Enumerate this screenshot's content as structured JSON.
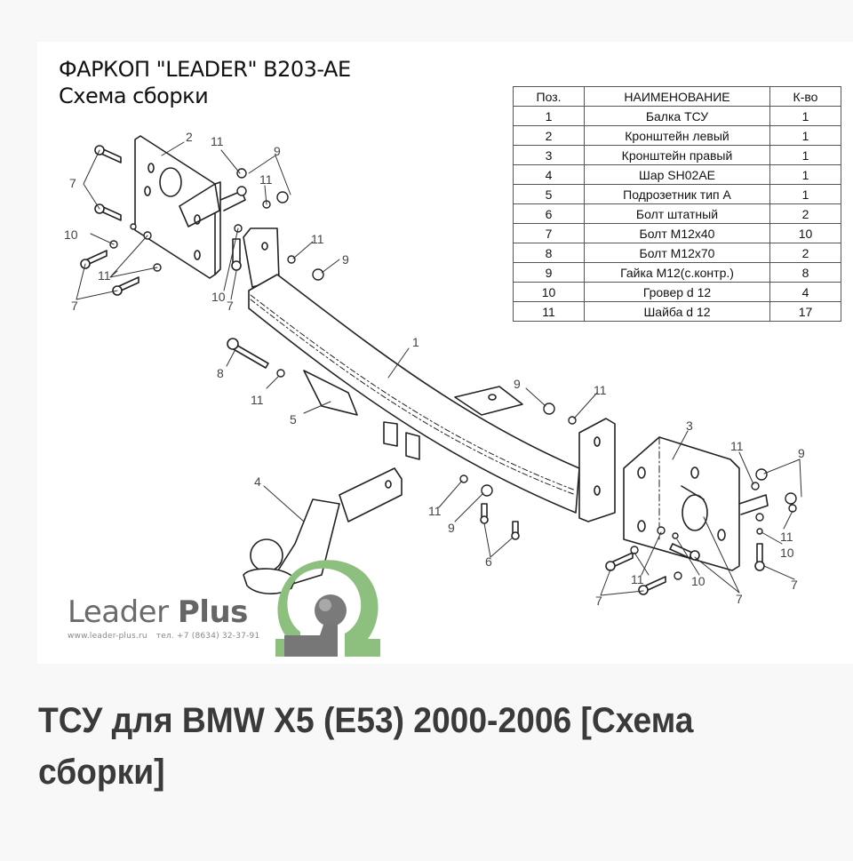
{
  "diagram": {
    "title": "ФАРКОП \"LEADER\" B203-AE",
    "subtitle": "Схема сборки",
    "parts_table": {
      "headers": [
        "Поз.",
        "НАИМЕНОВАНИЕ",
        "К-во"
      ],
      "rows": [
        {
          "pos": "1",
          "name": "Балка ТСУ",
          "qty": "1"
        },
        {
          "pos": "2",
          "name": "Кронштейн левый",
          "qty": "1"
        },
        {
          "pos": "3",
          "name": "Кронштейн правый",
          "qty": "1"
        },
        {
          "pos": "4",
          "name": "Шар SH02AE",
          "qty": "1"
        },
        {
          "pos": "5",
          "name": "Подрозетник тип А",
          "qty": "1"
        },
        {
          "pos": "6",
          "name": "Болт штатный",
          "qty": "2"
        },
        {
          "pos": "7",
          "name": "Болт М12х40",
          "qty": "10"
        },
        {
          "pos": "8",
          "name": "Болт М12х70",
          "qty": "2"
        },
        {
          "pos": "9",
          "name": "Гайка М12(с.контр.)",
          "qty": "8"
        },
        {
          "pos": "10",
          "name": "Гровер d 12",
          "qty": "4"
        },
        {
          "pos": "11",
          "name": "Шайба d 12",
          "qty": "17"
        }
      ]
    },
    "callouts": {
      "beam": "1",
      "left_bracket": "2",
      "right_bracket": "3",
      "ball": "4",
      "socket_holder": "5",
      "std_bolt": "6",
      "bolt40": "7",
      "bolt70": "8",
      "nut": "9",
      "grover": "10",
      "washer": "11"
    },
    "brand": {
      "name_light": "Leader",
      "name_bold": "Plus",
      "website": "www.leader-plus.ru",
      "phone": "тел. +7 (8634) 32-37-91",
      "logo_colors": {
        "green": "#8dc07e",
        "gray": "#777777"
      }
    }
  },
  "caption": "ТСУ для BMW X5 (E53) 2000-2006 [Схема сборки]"
}
